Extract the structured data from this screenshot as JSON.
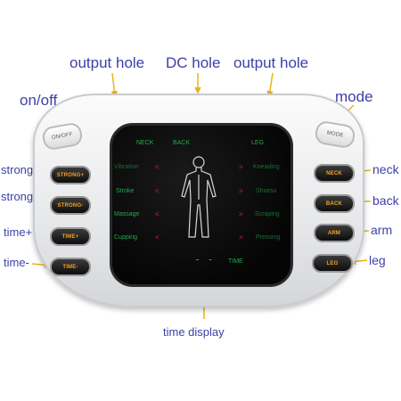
{
  "labels": {
    "output_hole_left": "output hole",
    "dc_hole": "DC hole",
    "output_hole_right": "output hole",
    "on_off": "on/off",
    "mode": "mode",
    "strong_plus": "strong+",
    "strong_minus": "strong-",
    "time_plus": "time+",
    "time_minus": "time-",
    "neck": "neck",
    "back": "back",
    "arm": "arm",
    "leg": "leg",
    "time_display": "time display"
  },
  "buttons": {
    "on_off": "ON/OFF",
    "mode": "MODE",
    "strong_plus": "STRONG+",
    "strong_minus": "STRONG-",
    "time_plus": "TIME+",
    "time_minus": "TIME-",
    "neck": "NECK",
    "back": "BACK",
    "arm": "ARM",
    "leg": "LEG"
  },
  "screen": {
    "header_neck": "NECK",
    "header_back": "BACK",
    "header_leg": "LEG",
    "left_modes": [
      "Vibration",
      "Stroke",
      "Massage",
      "Cupping"
    ],
    "right_modes": [
      "Kneading",
      "Shiatsu",
      "Scraping",
      "Pressing"
    ],
    "time_digits": "- -",
    "time_label": "TIME"
  },
  "colors": {
    "label": "#3d3fa8",
    "arrow": "#e8b31c",
    "screen_text": "#27a84a",
    "screen_arrow": "#d8292f",
    "button_text": "#f2a224"
  }
}
